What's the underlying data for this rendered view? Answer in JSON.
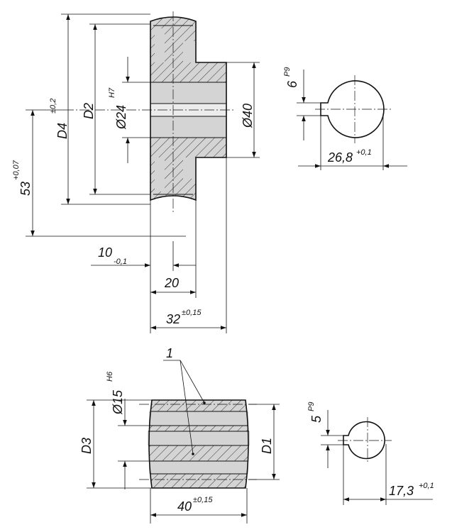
{
  "labels": {
    "d4": "D4",
    "d4_tol": "±0,2",
    "d2": "D2",
    "bore24": "Ø24",
    "bore24_tol": "H7",
    "dia40": "Ø40",
    "dim53": "53",
    "dim53_tol": "+0,07",
    "dim10": "10",
    "dim10_tol": "-0,1",
    "dim20": "20",
    "dim32": "32",
    "dim32_tol": "±0,15",
    "key6": "6",
    "key6_tol": "P9",
    "dim268": "26,8",
    "dim268_tol": "+0,1",
    "callout1": "1",
    "bore15": "Ø15",
    "bore15_tol": "H6",
    "d3": "D3",
    "d1": "D1",
    "dim40": "40",
    "dim40_tol": "±0,15",
    "key5": "5",
    "key5_tol": "P9",
    "dim173": "17,3",
    "dim173_tol": "+0,1"
  }
}
